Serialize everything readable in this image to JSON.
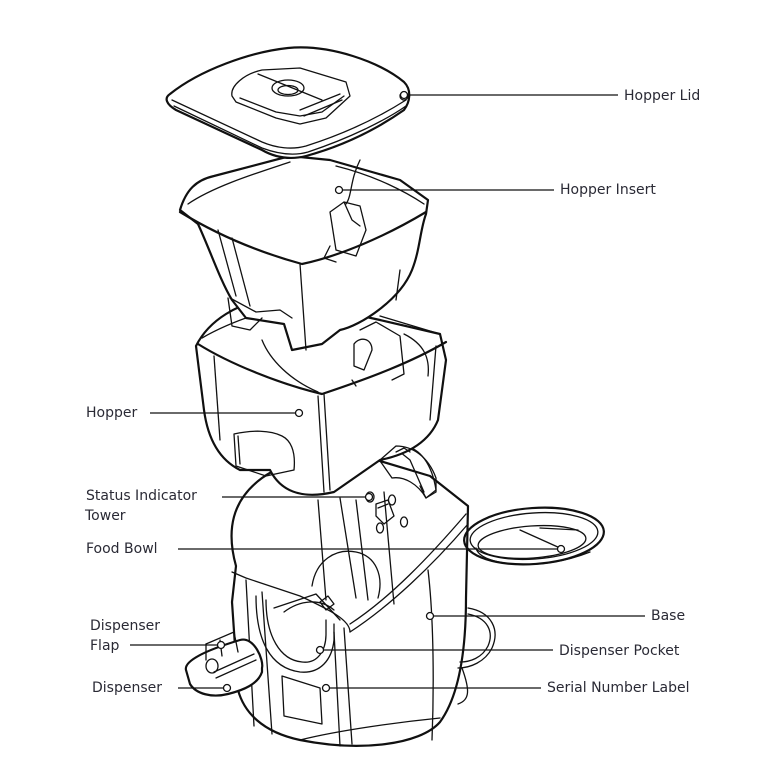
{
  "diagram": {
    "subject": "Exploded view of automatic pet feeder",
    "labels": [
      {
        "id": "hopper-lid",
        "text": "Hopper Lid"
      },
      {
        "id": "hopper-insert",
        "text": "Hopper Insert"
      },
      {
        "id": "hopper",
        "text": "Hopper"
      },
      {
        "id": "status-indicator-tower",
        "text": "Status Indicator\nTower",
        "lines": [
          "Status Indicator",
          "Tower"
        ]
      },
      {
        "id": "food-bowl",
        "text": "Food Bowl"
      },
      {
        "id": "base",
        "text": "Base"
      },
      {
        "id": "dispenser-flap",
        "text": "Dispenser\nFlap",
        "lines": [
          "Dispenser",
          "Flap"
        ]
      },
      {
        "id": "dispenser-pocket",
        "text": "Dispenser Pocket"
      },
      {
        "id": "dispenser",
        "text": "Dispenser"
      },
      {
        "id": "serial-number-label",
        "text": "Serial Number Label"
      }
    ],
    "colors": {
      "line": "#111111",
      "text": "#2a2a35",
      "background": "#ffffff"
    }
  }
}
